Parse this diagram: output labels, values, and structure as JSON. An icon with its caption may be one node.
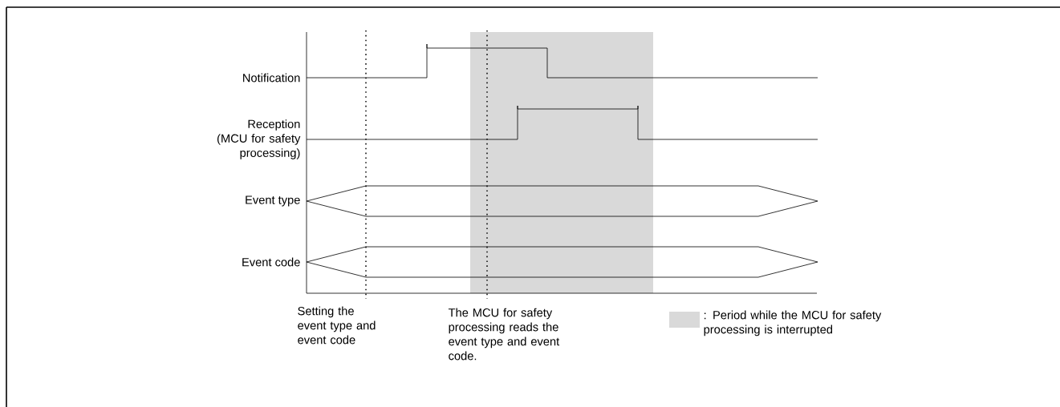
{
  "diagram": {
    "labels": [
      "Notification",
      "Reception (MCU for safety processing)",
      "Event type",
      "Event code",
      "Setting the event type and event code",
      "The MCU for safety processing reads the event type and event code."
    ],
    "legend": [
      {
        "text": ": Period while the MCU for safety processing is interrupted",
        "color": "#d9d9d9"
      }
    ]
  }
}
